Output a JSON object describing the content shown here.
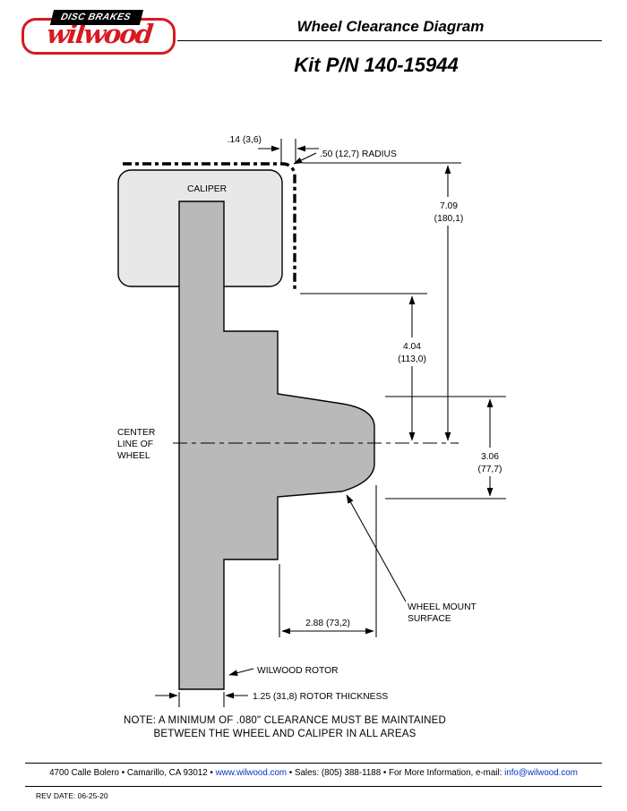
{
  "header": {
    "logo_banner": "DISC BRAKES",
    "logo_script": "wilwood",
    "title": "Wheel Clearance Diagram",
    "kit_title": "Kit P/N 140-15944"
  },
  "diagram": {
    "caliper_label": "CALIPER",
    "centerline_label": {
      "l1": "CENTER",
      "l2": "LINE OF",
      "l3": "WHEEL"
    },
    "wheel_mount_label": {
      "l1": "WHEEL MOUNT",
      "l2": "SURFACE"
    },
    "rotor_label": "WILWOOD ROTOR",
    "dim_gap": ".14 (3,6)",
    "dim_radius": ".50 (12,7) RADIUS",
    "dim_a": {
      "in": "7.09",
      "mm": "(180,1)"
    },
    "dim_b": {
      "in": "4.04",
      "mm": "(113,0)"
    },
    "dim_c": {
      "in": "3.06",
      "mm": "(77,7)"
    },
    "dim_d": "2.88 (73,2)",
    "dim_rotor": "1.25 (31,8) ROTOR THICKNESS"
  },
  "note": {
    "line1": "NOTE: A MINIMUM OF .080\" CLEARANCE MUST BE MAINTAINED",
    "line2": "BETWEEN THE WHEEL AND CALIPER IN ALL AREAS"
  },
  "footer": {
    "part1": "4700 Calle Bolero • Camarillo, CA 93012 • ",
    "link1": "www.wilwood.com",
    "part2": " • Sales: (805) 388-1188 • For More Information, e-mail: ",
    "link2": "info@wilwood.com",
    "rev": "REV DATE:  06-25-20"
  },
  "colors": {
    "brand_red": "#d71920",
    "link_blue": "#0433c4",
    "caliper_fill": "#e8e8e8",
    "wheel_fill": "#b9b9b9"
  }
}
